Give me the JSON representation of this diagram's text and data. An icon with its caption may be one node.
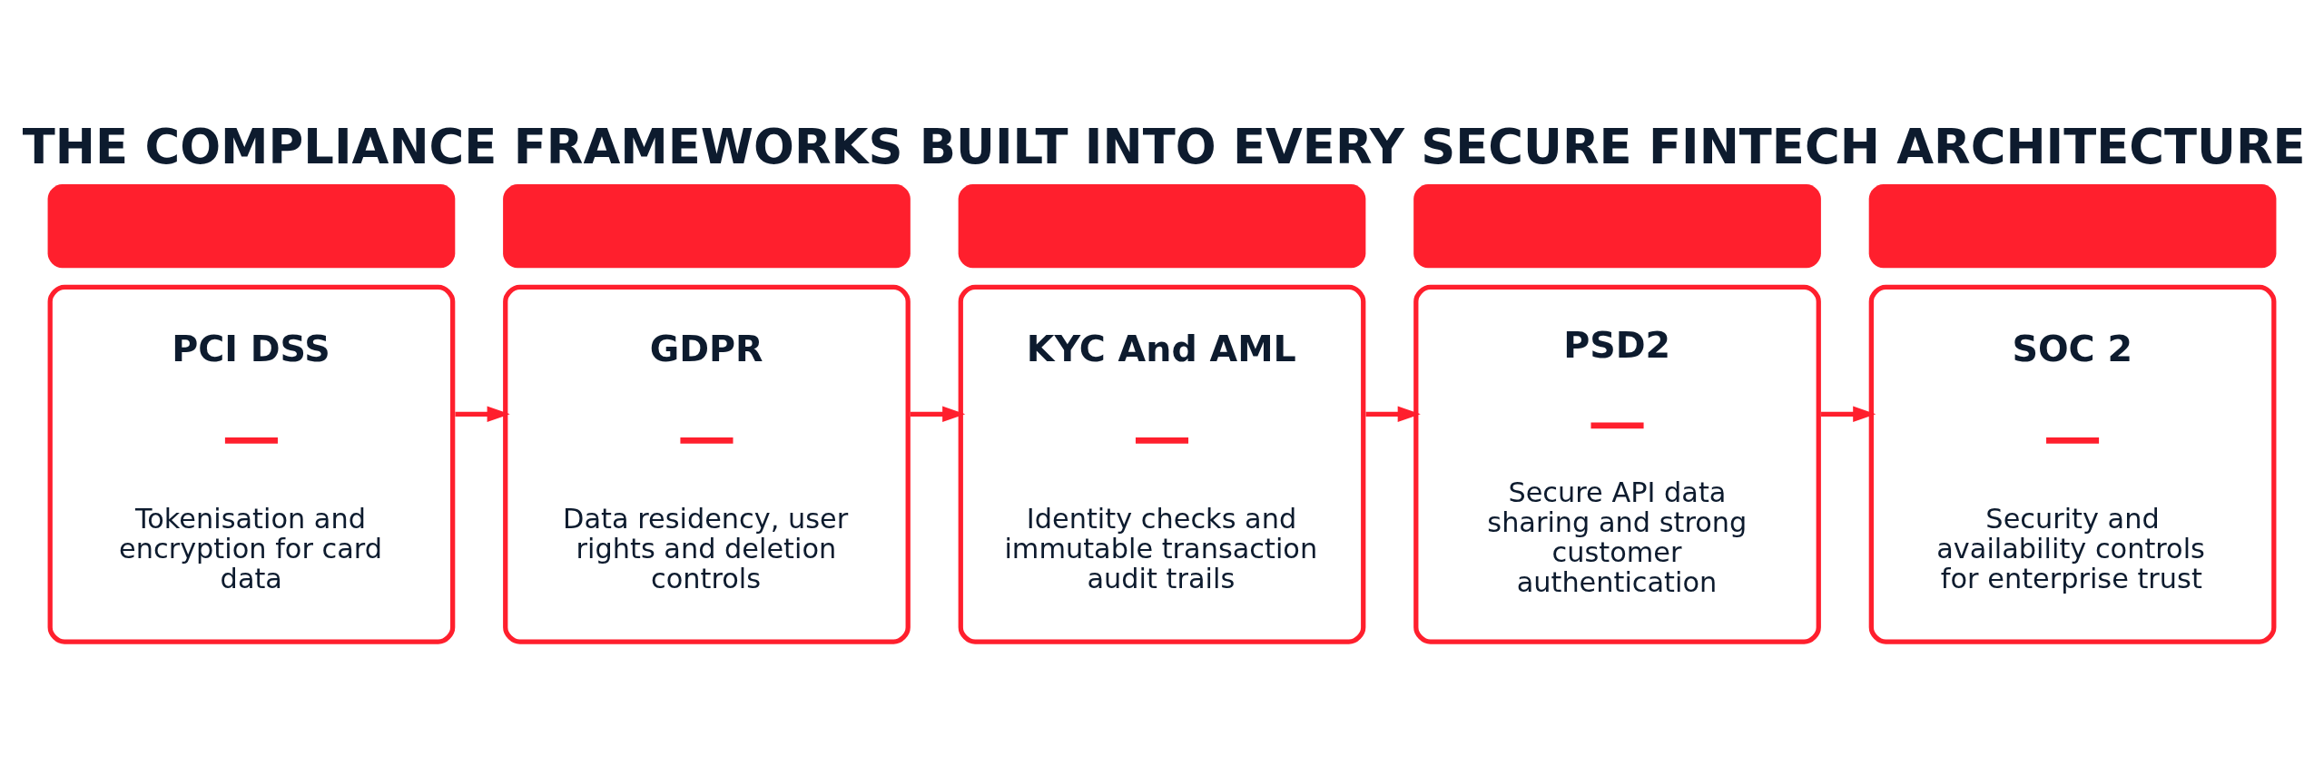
{
  "diagram": {
    "title": "THE COMPLIANCE FRAMEWORKS BUILT INTO EVERY SECURE FINTECH ARCHITECTURE",
    "nodes": [
      {
        "text": [
          "PCI DSS",
          "Tokenisation and encryption for card data"
        ]
      },
      {
        "text": [
          "GDPR",
          "Data residency, user rights and deletion controls"
        ]
      },
      {
        "text": [
          "KYC And AML",
          "Identity checks and immutable transaction audit trails"
        ]
      },
      {
        "text": [
          "PSD2",
          "Secure API data sharing and strong customer authentication"
        ]
      },
      {
        "text": [
          "SOC 2",
          "Security and availability controls for enterprise trust"
        ]
      }
    ],
    "edges": [
      {
        "from": 0,
        "to": 1,
        "arrow": "to"
      },
      {
        "from": 1,
        "to": 2,
        "arrow": "to"
      },
      {
        "from": 2,
        "to": 3,
        "arrow": "to"
      },
      {
        "from": 3,
        "to": 4,
        "arrow": "to"
      }
    ]
  }
}
